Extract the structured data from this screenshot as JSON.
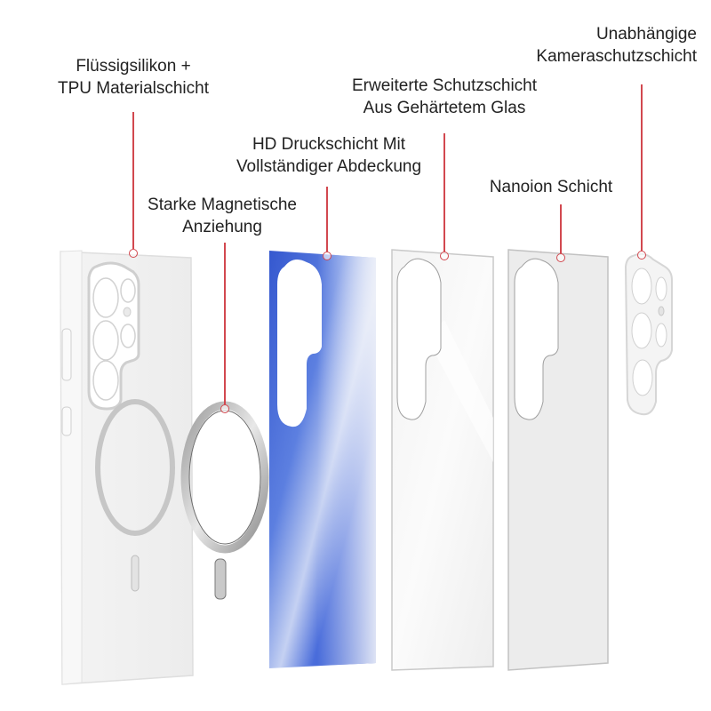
{
  "diagram": {
    "title": "Exploded view of phone case layers",
    "accent_color": "#d2484f",
    "print_layer_color": "#3d63d6",
    "layers": [
      {
        "id": "case",
        "label_lines": [
          "Flüssigsilikon +",
          "TPU Materialschicht"
        ],
        "component": "silicone-tpu-case"
      },
      {
        "id": "magnet",
        "label_lines": [
          "Starke Magnetische",
          "Anziehung"
        ],
        "component": "magnetic-ring"
      },
      {
        "id": "print",
        "label_lines": [
          "HD Druckschicht Mit",
          "Vollständiger Abdeckung"
        ],
        "component": "hd-print-layer"
      },
      {
        "id": "glass",
        "label_lines": [
          "Erweiterte Schutzschicht",
          "Aus Gehärtetem Glas"
        ],
        "component": "tempered-glass-layer"
      },
      {
        "id": "nano",
        "label_lines": [
          "Nanoion Schicht"
        ],
        "component": "nanoion-layer"
      },
      {
        "id": "camera",
        "label_lines": [
          "Unabhängige",
          "Kameraschutzschicht"
        ],
        "component": "camera-protector"
      }
    ]
  }
}
